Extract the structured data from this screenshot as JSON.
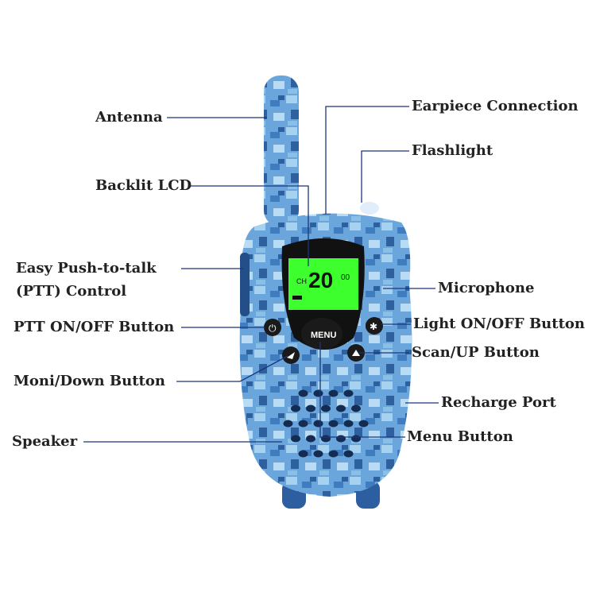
{
  "labels": {
    "antenna": "Antenna",
    "earpiece": "Earpiece Connection",
    "flashlight": "Flashlight",
    "backlit_lcd": "Backlit LCD",
    "ptt_control_line1": "Easy Push-to-talk",
    "ptt_control_line2": "(PTT) Control",
    "microphone": "Microphone",
    "ptt_button": "PTT ON/OFF Button",
    "light_button": "Light ON/OFF Button",
    "scan_up": "Scan/UP Button",
    "moni_down": "Moni/Down Button",
    "recharge": "Recharge Port",
    "speaker": "Speaker",
    "menu_button": "Menu Button"
  },
  "lcd": {
    "ch": "CH",
    "channel": "20",
    "sub": "00"
  },
  "device": {
    "menu_label": "MENU"
  },
  "colors": {
    "leader": "#1c3578",
    "lcd": "#3dff2e",
    "camo_light": "#8fc4ea",
    "camo_mid": "#4f8fcf",
    "camo_dark": "#2c5c9e"
  }
}
